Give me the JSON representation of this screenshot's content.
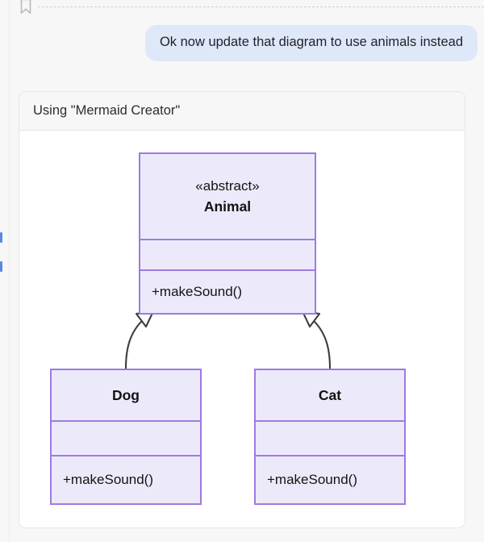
{
  "window": {
    "background_color": "#f7f7f8"
  },
  "bookmark_row": {
    "icon": "bookmark-icon",
    "divider_style": "dashed"
  },
  "conversation": {
    "user_message": {
      "text": "Ok now update that diagram to use animals instead",
      "bubble_color": "#dfe8f8",
      "align": "right"
    }
  },
  "tool_card": {
    "title": "Using \"Mermaid Creator\"",
    "header_color": "#f7f7f8",
    "body_color": "#ffffff",
    "border_color": "#e6e6e9"
  },
  "rail_markers": {
    "color": "#5b86e5",
    "count": 2
  },
  "diagram": {
    "type": "uml-class-diagram",
    "fill_color": "#eceafa",
    "border_color": "#9e7ae0",
    "line_color": "#3d3d46",
    "classes": [
      {
        "id": "animal",
        "stereotype": "«abstract»",
        "name": "Animal",
        "attributes": [],
        "methods": [
          "+makeSound()"
        ]
      },
      {
        "id": "dog",
        "stereotype": "",
        "name": "Dog",
        "attributes": [],
        "methods": [
          "+makeSound()"
        ]
      },
      {
        "id": "cat",
        "stereotype": "",
        "name": "Cat",
        "attributes": [],
        "methods": [
          "+makeSound()"
        ]
      }
    ],
    "relationships": [
      {
        "from": "Dog",
        "to": "Animal",
        "type": "inheritance"
      },
      {
        "from": "Cat",
        "to": "Animal",
        "type": "inheritance"
      }
    ]
  }
}
